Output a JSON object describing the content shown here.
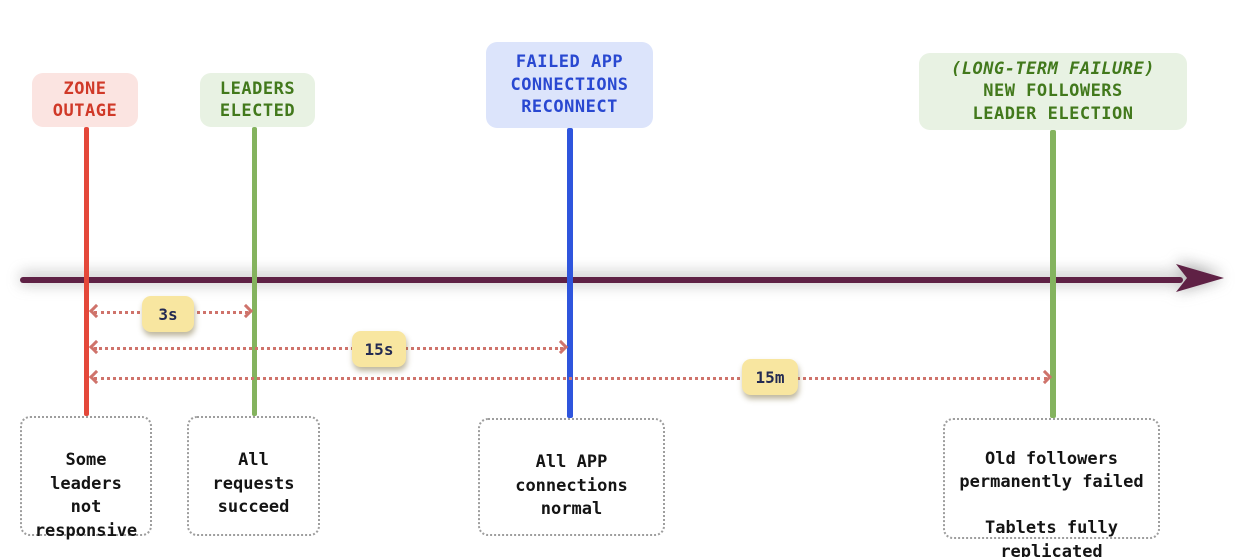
{
  "colors": {
    "axis": "#5f2145",
    "duration_arrow": "#cf736b",
    "badge_bg": "#f8e6a0",
    "badge_text": "#232a52",
    "note_border": "#9e9e9e"
  },
  "events": [
    {
      "label": "ZONE\nOUTAGE",
      "label_color": "#d03928",
      "label_bg": "#fbe4e1",
      "line_color": "#e4483a",
      "note": "Some\nleaders\nnot\nresponsive"
    },
    {
      "label": "LEADERS\nELECTED",
      "label_color": "#42791c",
      "label_bg": "#e8f2e3",
      "line_color": "#84b35e",
      "note": "All\nrequests\nsucceed"
    },
    {
      "label": "FAILED APP\nCONNECTIONS\nRECONNECT",
      "label_color": "#2948d1",
      "label_bg": "#dce4fb",
      "line_color": "#2f55dd",
      "note": "All APP\nconnections\nnormal"
    },
    {
      "label_prefix_italic": "(LONG-TERM FAILURE)",
      "label": "NEW FOLLOWERS\nLEADER ELECTION",
      "label_color": "#42791c",
      "label_bg": "#e8f2e3",
      "line_color": "#84b35e",
      "note": "Old followers\npermanently failed\n\nTablets fully\nreplicated"
    }
  ],
  "durations": [
    {
      "label": "3s"
    },
    {
      "label": "15s"
    },
    {
      "label": "15m"
    }
  ]
}
